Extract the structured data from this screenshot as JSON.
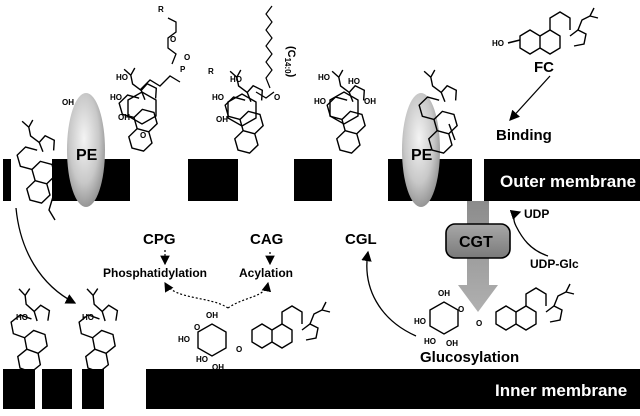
{
  "membranes": {
    "outer": "Outer membrane",
    "inner": "Inner membrane"
  },
  "proteins": {
    "pe_left": "PE",
    "pe_right": "PE",
    "cgt": "CGT"
  },
  "molecules": {
    "cpg": "CPG",
    "cag": "CAG",
    "cgl": "CGL",
    "fc": "FC",
    "c14": "(C",
    "c14_sub": "14:0",
    "c14_close": ")",
    "udp": "UDP",
    "udp_glc": "UDP-Glc"
  },
  "processes": {
    "binding": "Binding",
    "phosphatidylation": "Phosphatidylation",
    "acylation": "Acylation",
    "glucosylation": "Glucosylation"
  },
  "atoms": {
    "oh": "OH",
    "ho": "HO",
    "o": "O",
    "p": "P",
    "r1": "R",
    "r2": "R"
  },
  "colors": {
    "membrane": "#000000",
    "protein_light": "#e6e6e6",
    "protein_dark": "#8c8c8c",
    "arrow_gray": "#9a9a9a"
  }
}
